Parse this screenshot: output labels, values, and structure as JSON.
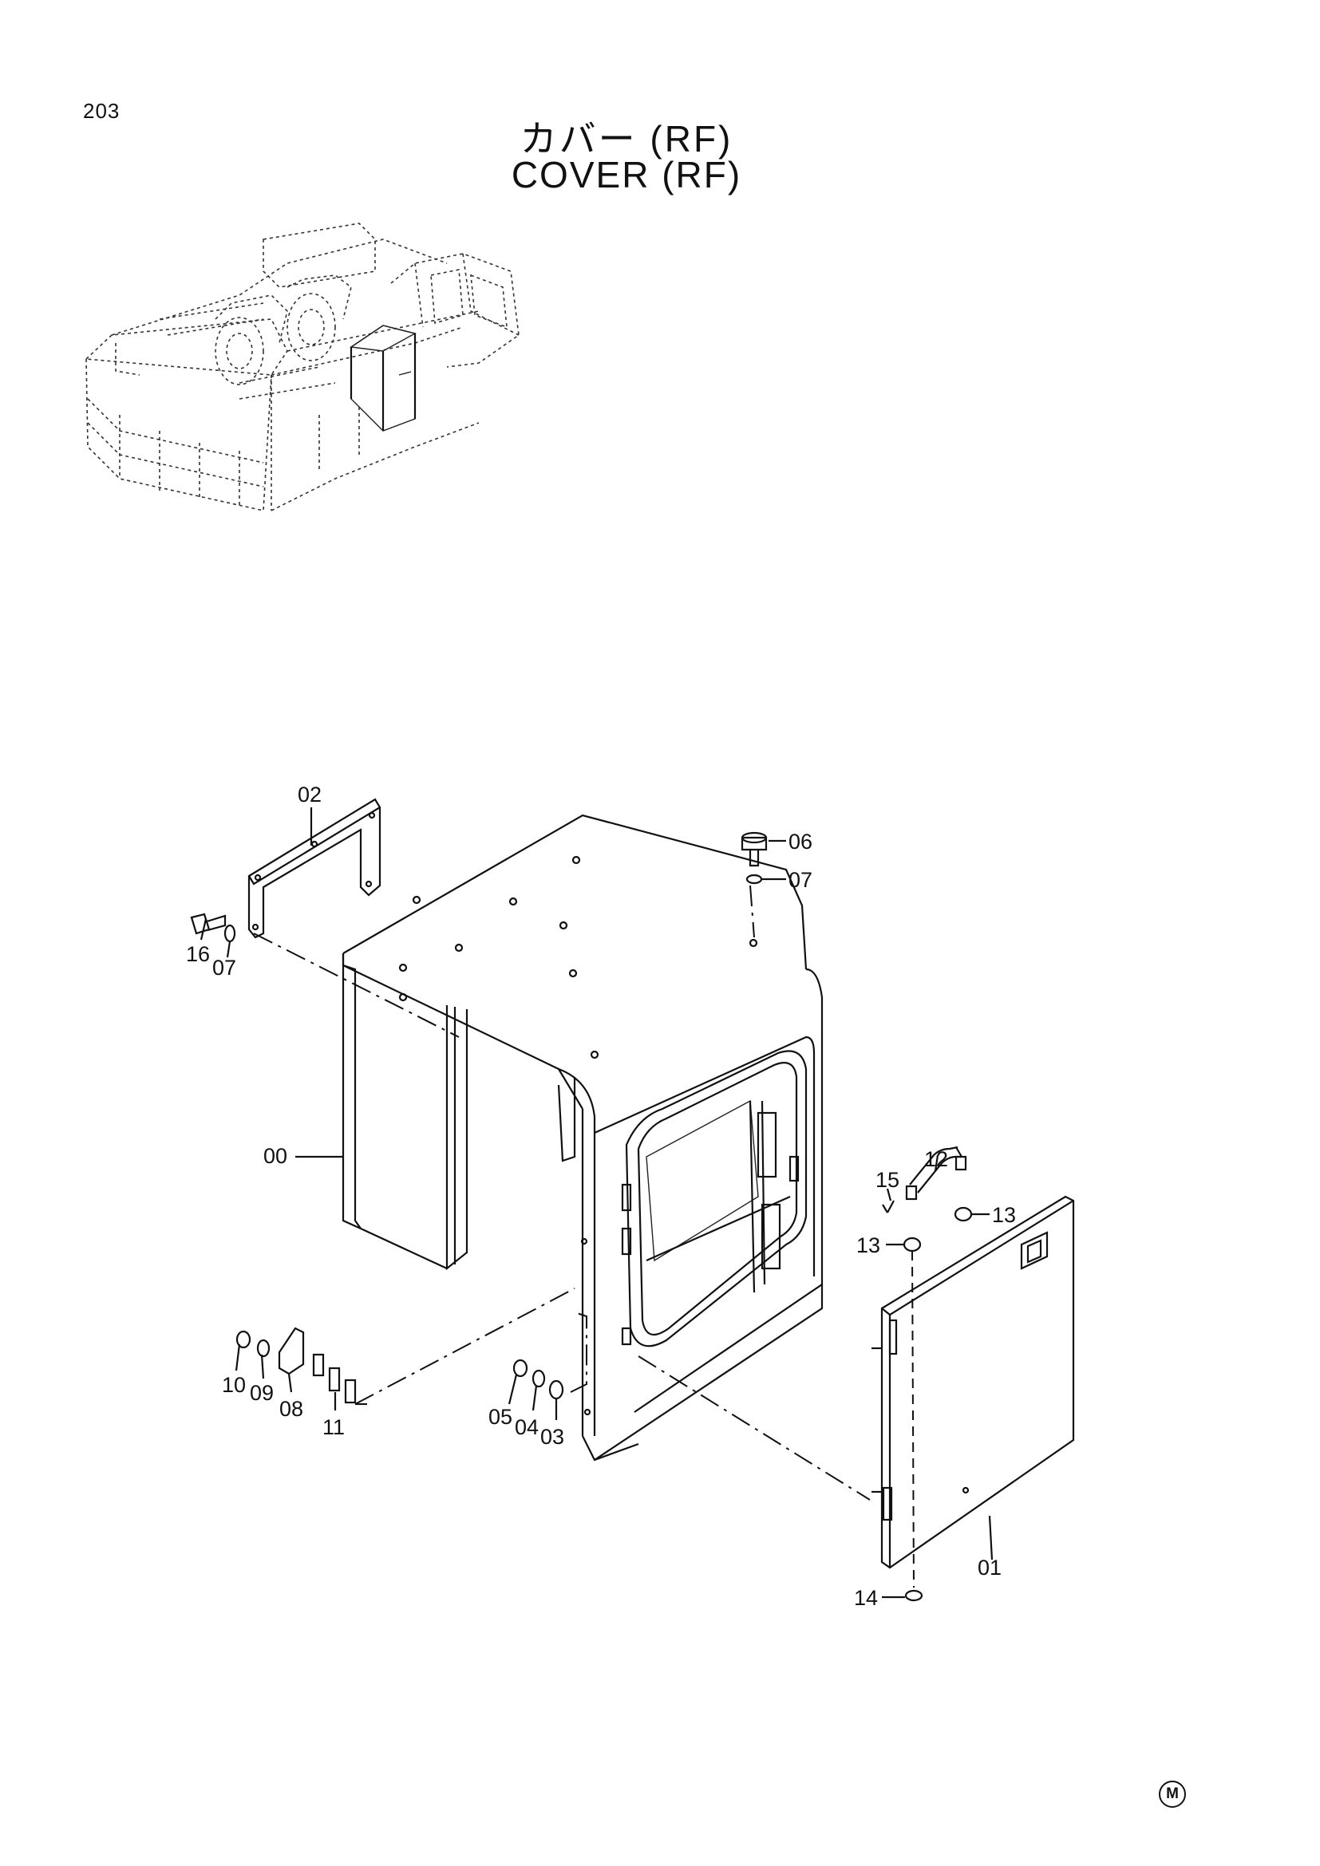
{
  "page_number": "203",
  "title_jp": "カバー (RF)",
  "title_en": "COVER (RF)",
  "mark": "M",
  "callouts": [
    "00",
    "01",
    "02",
    "03",
    "04",
    "05",
    "06",
    "07",
    "07",
    "08",
    "09",
    "10",
    "11",
    "12",
    "13",
    "13",
    "14",
    "15",
    "16"
  ]
}
